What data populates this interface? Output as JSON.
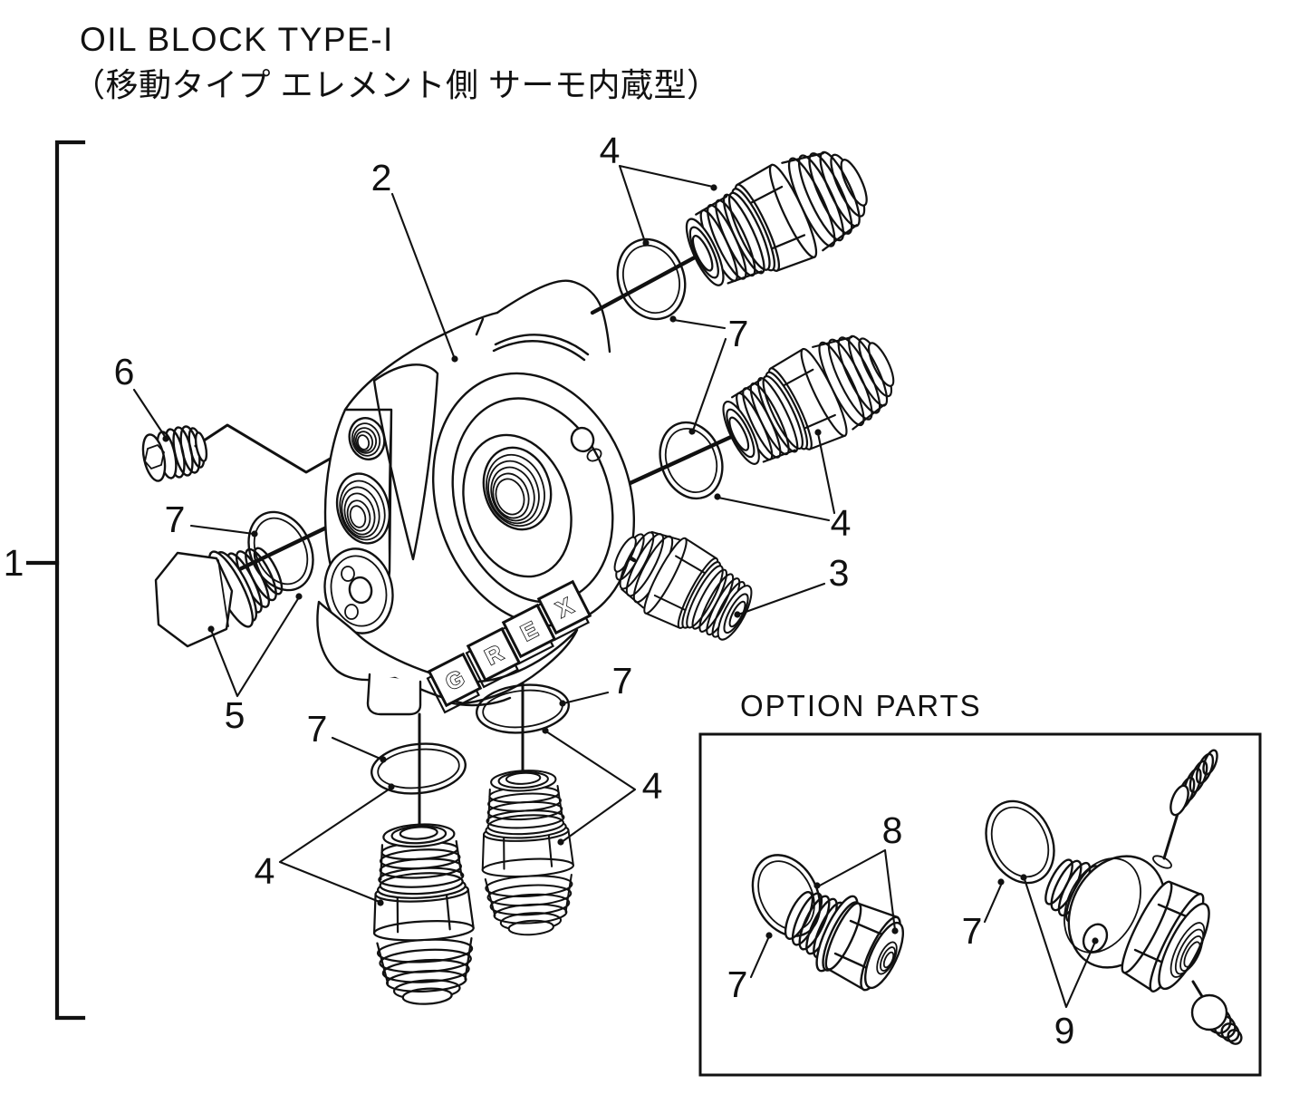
{
  "page": {
    "title": "OIL BLOCK TYPE-I",
    "subtitle": "（移動タイプ エレメント側 サーモ内蔵型）"
  },
  "option_section": {
    "title": "OPTION PARTS"
  },
  "logo": {
    "brand": "GREX",
    "letters": [
      "G",
      "R",
      "E",
      "X"
    ]
  },
  "colors": {
    "ink": "#111111",
    "paper": "#ffffff"
  },
  "callouts": {
    "group_bracket": "1",
    "oil_block": "2",
    "union_fitting": "3",
    "an_fitting_top": "4",
    "an_fitting_mid": "4",
    "an_fitting_bottom_left": "4",
    "an_fitting_bottom_right": "4",
    "hex_plug": "5",
    "set_screw": "6",
    "oring_upper": "7",
    "oring_left": "7",
    "oring_bottom_left": "7",
    "oring_bottom_right": "7",
    "option_oring_left": "7",
    "option_oring_right": "7",
    "option_flange_bolt": "8",
    "option_adapter": "9"
  }
}
